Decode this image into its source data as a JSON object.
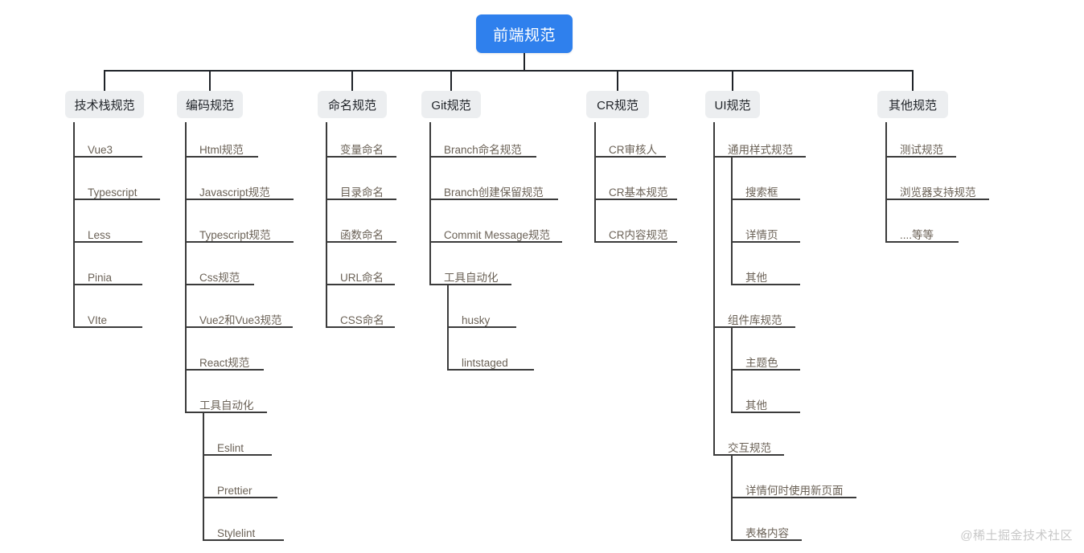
{
  "diagram": {
    "title": "前端规范",
    "root": {
      "label": "前端规范",
      "color": "#2f80ed"
    },
    "watermark": "@稀土掘金技术社区",
    "node_bg_level2": "#eceef0",
    "line_color": "#3b3b3b",
    "branches": [
      {
        "label": "技术栈规范",
        "children": [
          {
            "label": "Vue3"
          },
          {
            "label": "Typescript"
          },
          {
            "label": "Less"
          },
          {
            "label": "Pinia"
          },
          {
            "label": "VIte"
          }
        ]
      },
      {
        "label": "编码规范",
        "children": [
          {
            "label": "Html规范"
          },
          {
            "label": "Javascript规范"
          },
          {
            "label": "Typescript规范"
          },
          {
            "label": "Css规范"
          },
          {
            "label": "Vue2和Vue3规范"
          },
          {
            "label": "React规范"
          },
          {
            "label": "工具自动化",
            "children": [
              {
                "label": "Eslint"
              },
              {
                "label": "Prettier"
              },
              {
                "label": "Stylelint"
              }
            ]
          }
        ]
      },
      {
        "label": "命名规范",
        "children": [
          {
            "label": "变量命名"
          },
          {
            "label": "目录命名"
          },
          {
            "label": "函数命名"
          },
          {
            "label": "URL命名"
          },
          {
            "label": "CSS命名"
          }
        ]
      },
      {
        "label": "Git规范",
        "children": [
          {
            "label": "Branch命名规范"
          },
          {
            "label": "Branch创建保留规范"
          },
          {
            "label": "Commit Message规范"
          },
          {
            "label": "工具自动化",
            "children": [
              {
                "label": "husky"
              },
              {
                "label": "lintstaged"
              }
            ]
          }
        ]
      },
      {
        "label": "CR规范",
        "children": [
          {
            "label": "CR审核人"
          },
          {
            "label": "CR基本规范"
          },
          {
            "label": "CR内容规范"
          }
        ]
      },
      {
        "label": "UI规范",
        "children": [
          {
            "label": "通用样式规范",
            "children": [
              {
                "label": "搜索框"
              },
              {
                "label": "详情页"
              },
              {
                "label": "其他"
              }
            ]
          },
          {
            "label": "组件库规范",
            "children": [
              {
                "label": "主题色"
              },
              {
                "label": "其他"
              }
            ]
          },
          {
            "label": "交互规范",
            "children": [
              {
                "label": "详情何时使用新页面"
              },
              {
                "label": "表格内容"
              }
            ]
          }
        ]
      },
      {
        "label": "其他规范",
        "children": [
          {
            "label": "测试规范"
          },
          {
            "label": "浏览器支持规范"
          },
          {
            "label": "....等等"
          }
        ]
      }
    ]
  }
}
